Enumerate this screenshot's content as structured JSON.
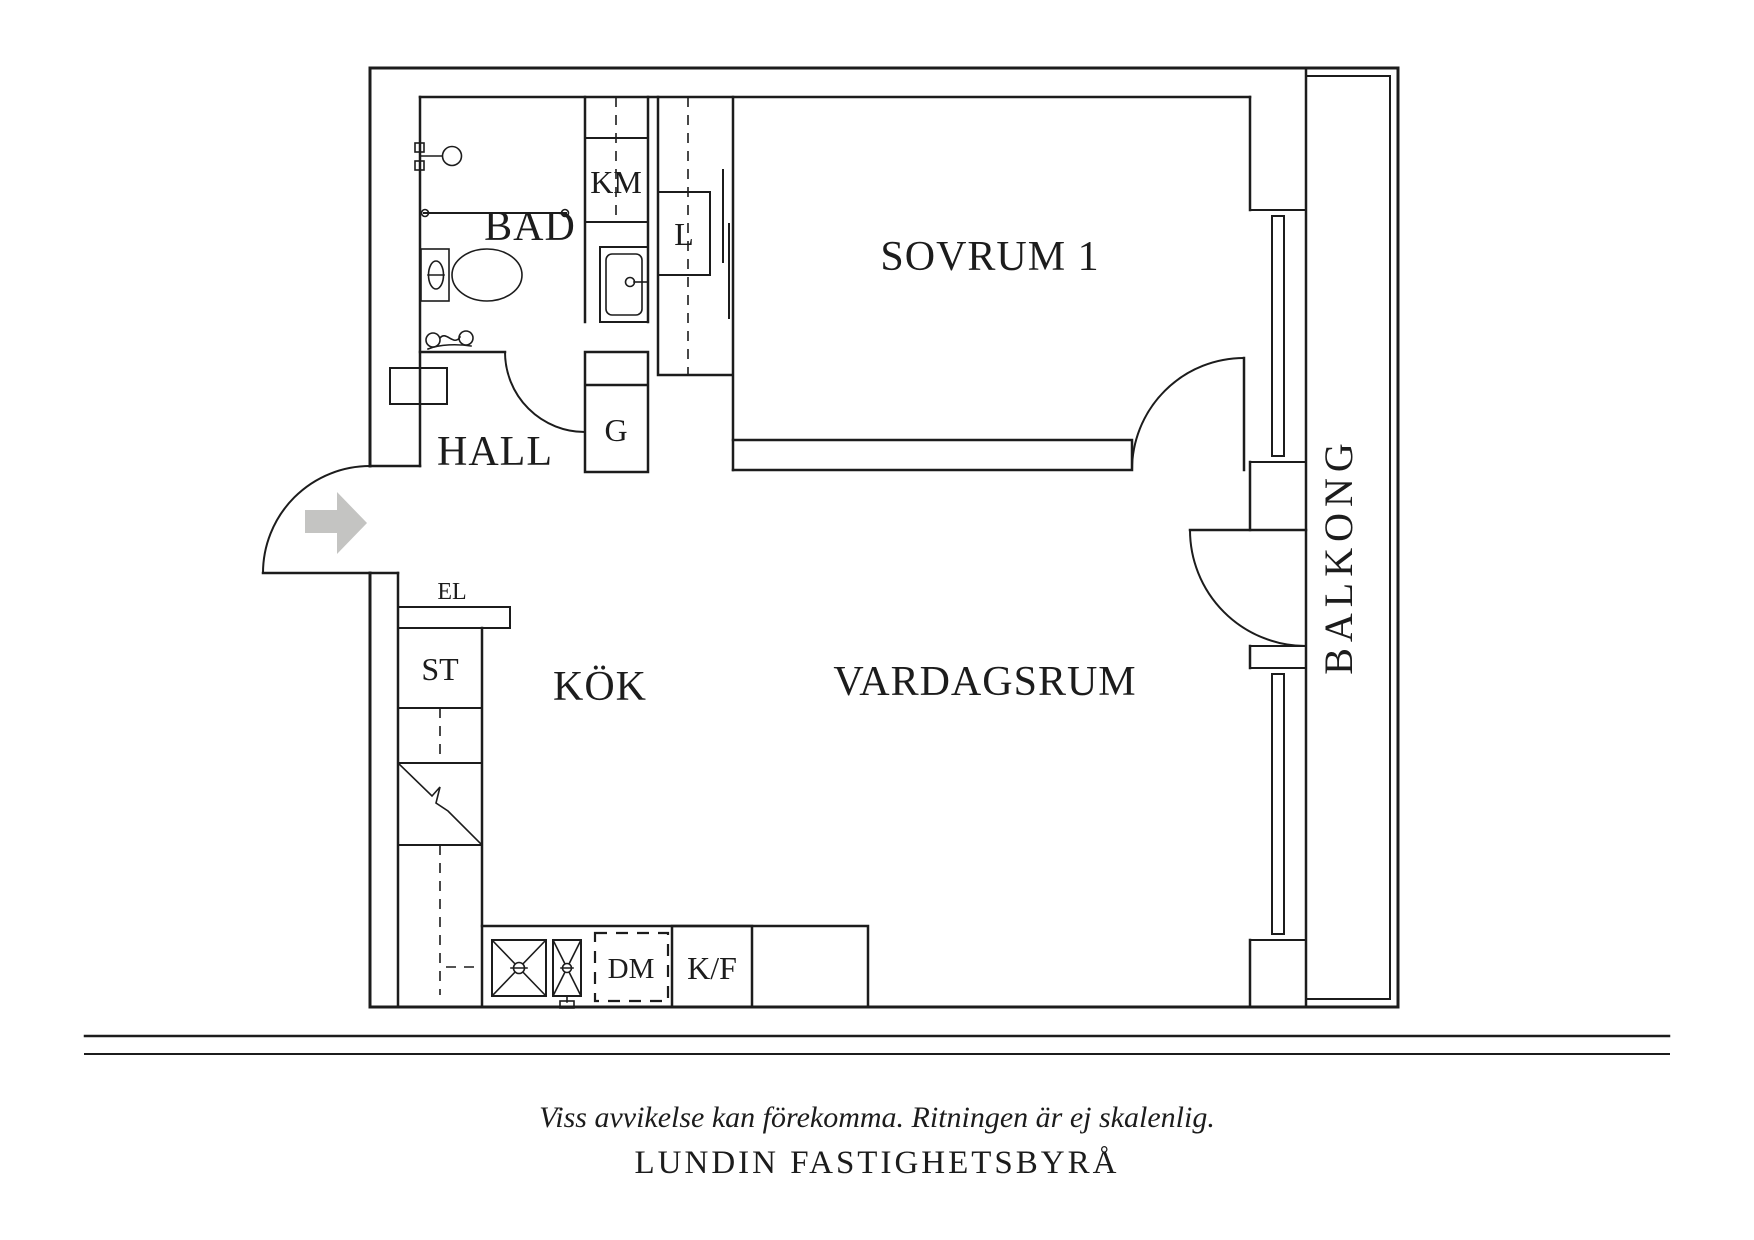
{
  "plan": {
    "rooms": {
      "bad": {
        "label": "BAD"
      },
      "hall": {
        "label": "HALL"
      },
      "sovrum": {
        "label": "SOVRUM 1"
      },
      "kok": {
        "label": "KÖK"
      },
      "vardagsrum": {
        "label": "VARDAGSRUM"
      },
      "balkong": {
        "label": "BALKONG"
      }
    },
    "units": {
      "km": {
        "label": "KM"
      },
      "l": {
        "label": "L"
      },
      "g": {
        "label": "G"
      },
      "el": {
        "label": "EL"
      },
      "st": {
        "label": "ST"
      },
      "dm": {
        "label": "DM"
      },
      "kf": {
        "label": "K/F"
      }
    }
  },
  "footer": {
    "disclaimer": "Viss avvikelse kan förekomma. Ritningen är ej skalenlig.",
    "company": "LUNDIN FASTIGHETSBYRÅ"
  },
  "colors": {
    "line": "#1c1c1c",
    "arrow_fill": "#c4c4c2",
    "background": "#ffffff"
  }
}
